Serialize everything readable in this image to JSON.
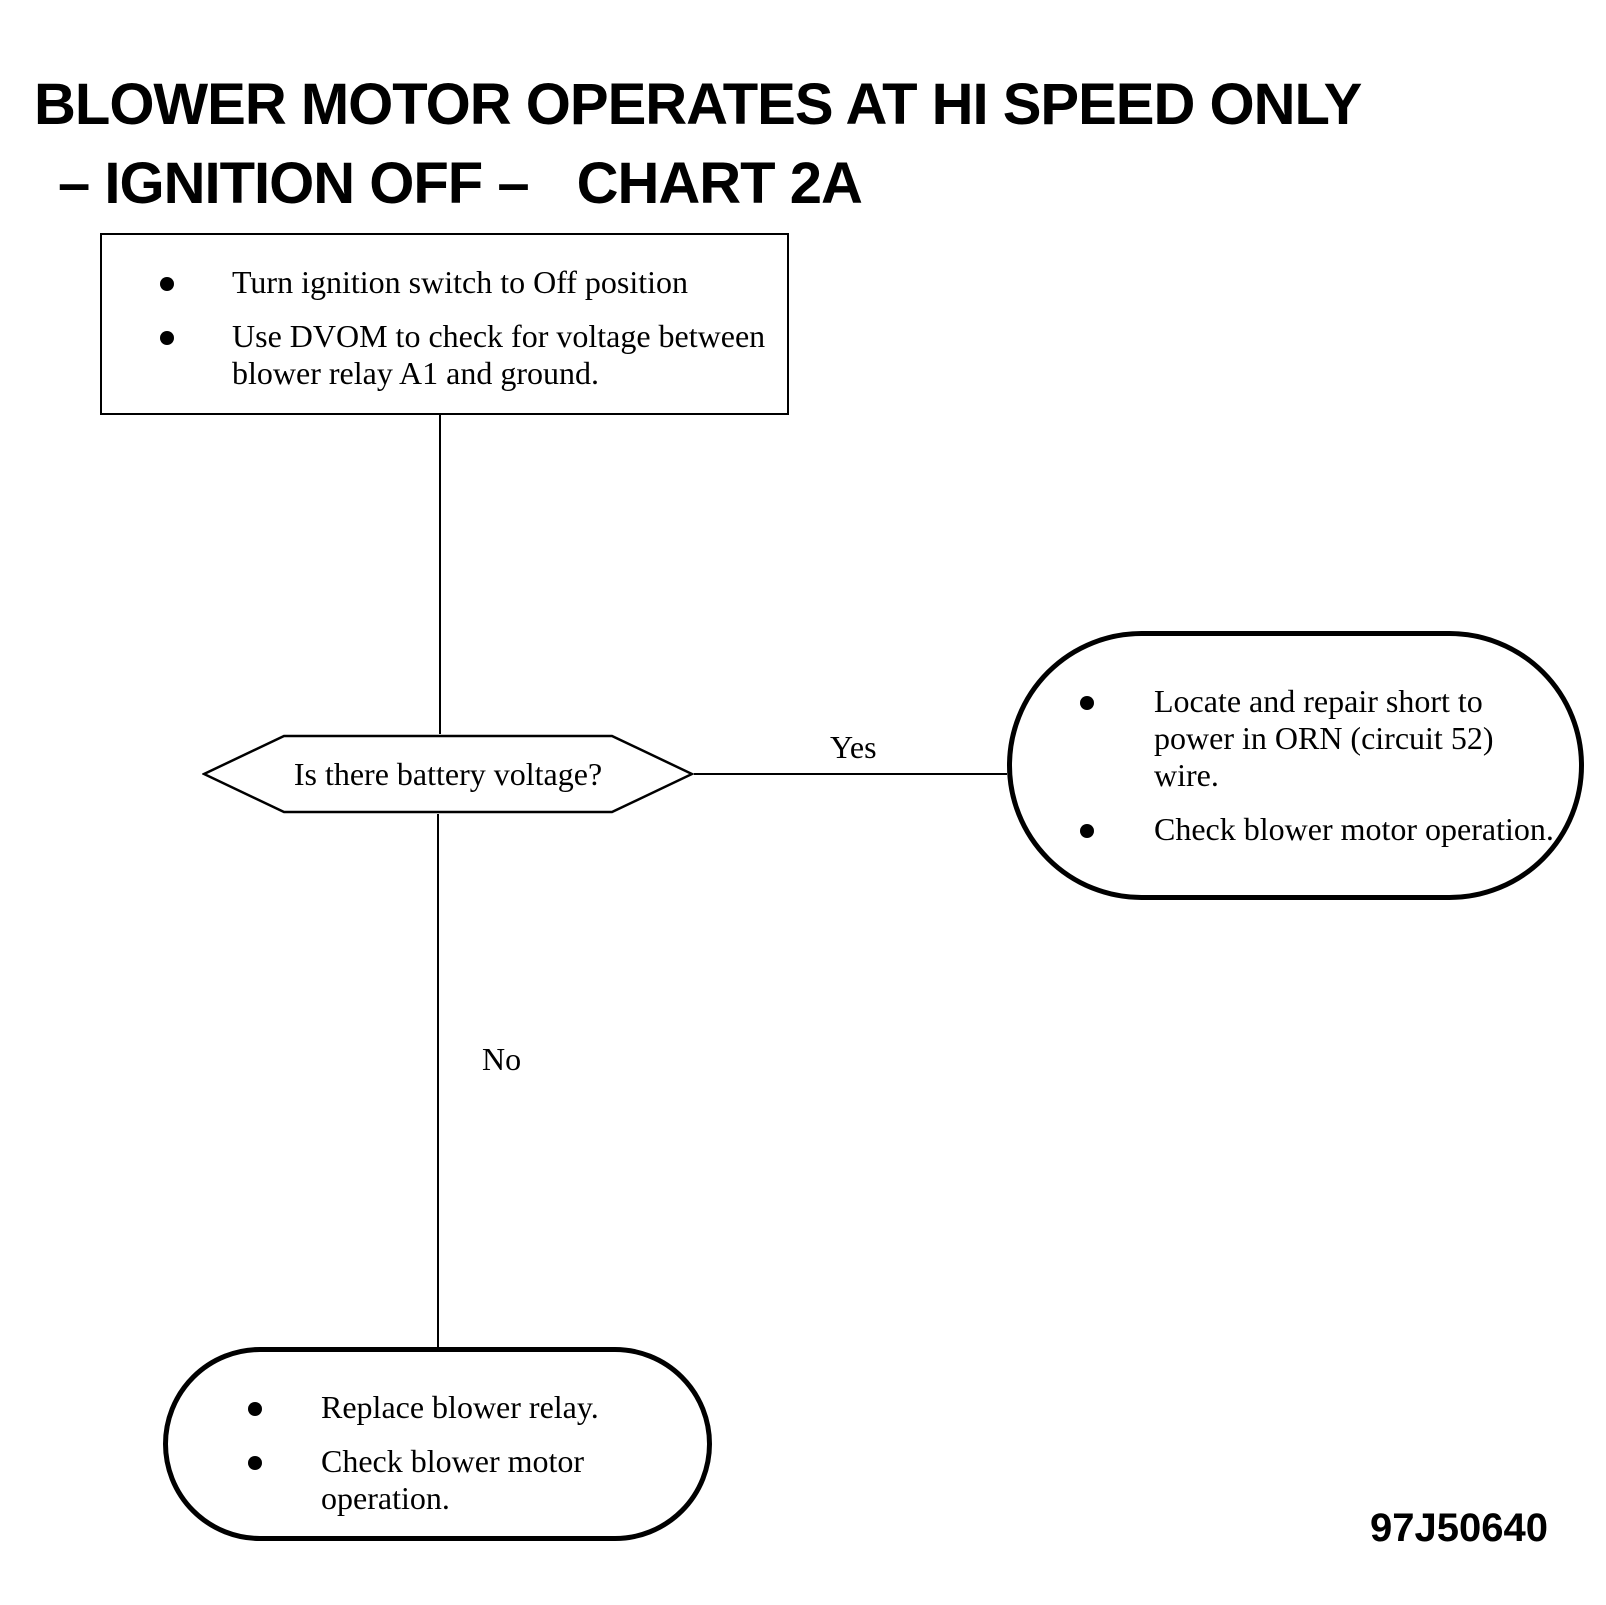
{
  "title": {
    "line1": "BLOWER MOTOR OPERATES AT HI SPEED ONLY",
    "line2": "– IGNITION OFF –",
    "chart_label": "CHART 2A"
  },
  "start_step": {
    "items": [
      "Turn ignition switch to Off position",
      "Use DVOM to check for voltage between blower relay A1 and ground."
    ]
  },
  "decision": {
    "question": "Is there battery voltage?",
    "yes_label": "Yes",
    "no_label": "No"
  },
  "yes_step": {
    "items": [
      "Locate and repair short to power in ORN (circuit 52) wire.",
      "Check blower motor operation."
    ]
  },
  "no_step": {
    "items": [
      "Replace blower relay.",
      "Check blower motor operation."
    ]
  },
  "figure_code": "97J50640"
}
